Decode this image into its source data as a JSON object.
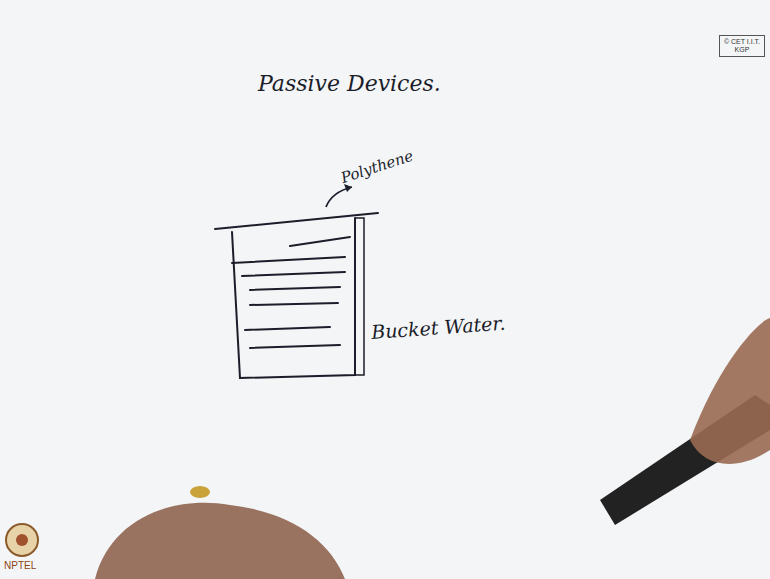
{
  "diagram": {
    "title": "Passive Devices.",
    "nodes": [
      {
        "text": [
          "© CET I.I.T. KGP"
        ]
      }
    ],
    "labels": [
      "Polythene",
      "Bucket Water.",
      "NPTEL"
    ]
  }
}
